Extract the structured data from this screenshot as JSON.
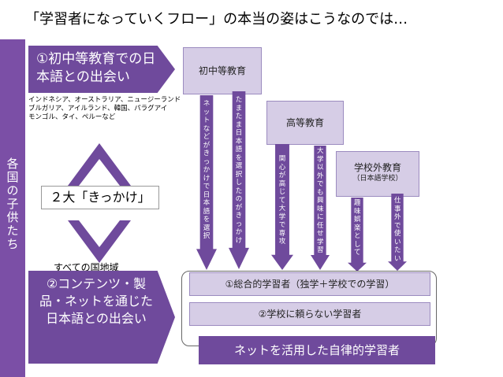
{
  "title": "「学習者になっていくフロー」の本当の姿はこうなのでは…",
  "sidebar": {
    "label": "各国の子供たち"
  },
  "left": {
    "intro_box": "①初中等教育での日本語との出会い",
    "countries": "インドネシア、オーストラリア、ニュージーランド\nブルガリア、アイルランド、韓国、パラグアイ\nモンゴル、タイ、ペルーなど",
    "kikkake": "２大「きっかけ」",
    "all_countries": "すべての国地域",
    "contents_box": "②コンテンツ・製品・ネットを通じた日本語との出会い"
  },
  "education": {
    "middle": "初中等教育",
    "higher": "高等教育",
    "outside": "学校外教育",
    "outside_sub": "（日本語学校）"
  },
  "arrows": [
    "ネットなどがきっかけで日本語を選択",
    "たまたま日本語を選択したのがきっかけ",
    "関心が高じて大学で専攻",
    "大学以外でも興味に任せ学習",
    "趣味・娯楽として",
    "仕事外で使いたい"
  ],
  "learners": {
    "bar1": "①総合的学習者（独学＋学校での学習）",
    "bar2": "②学校に頼らない学習者",
    "banner": "ネットを活用した自律的学習者"
  },
  "colors": {
    "purple": "#6f4a9c",
    "light_purple": "#d6cde6",
    "sidebar": "#7b4fa6"
  }
}
